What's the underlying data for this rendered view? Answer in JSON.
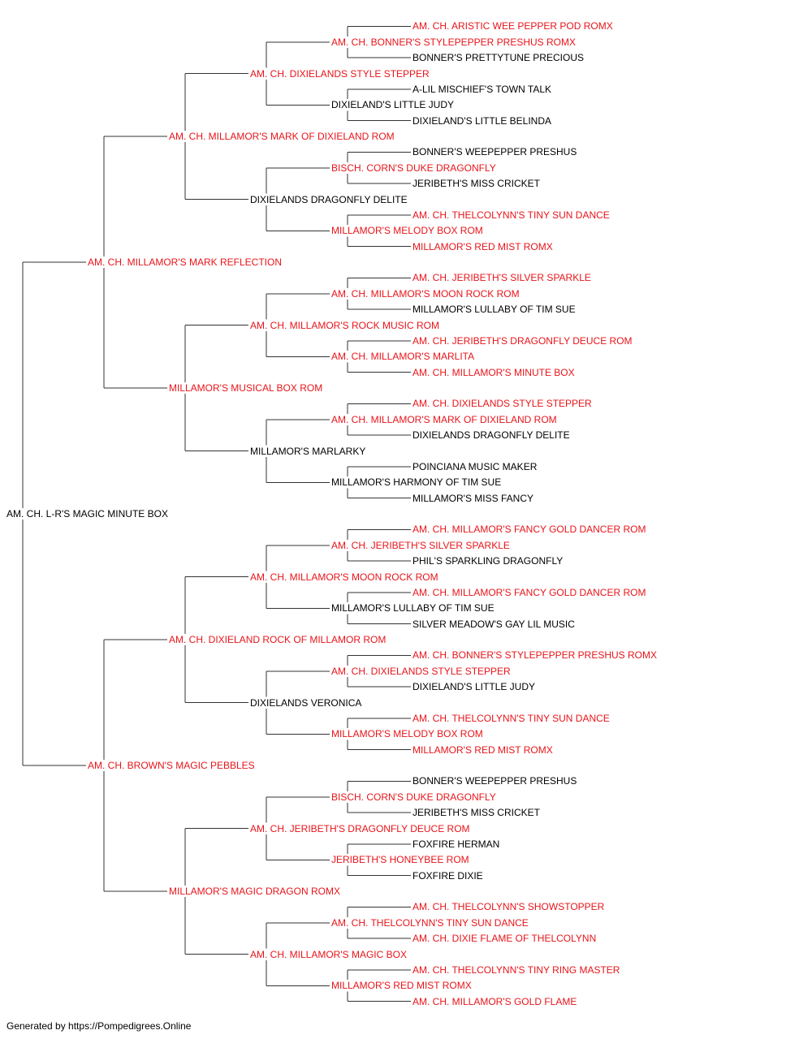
{
  "colors": {
    "line": "#333333",
    "champion": "#e8141a",
    "normal": "#000000"
  },
  "pedigree": {
    "name": "AM. CH. L-R'S MAGIC MINUTE BOX",
    "red": false,
    "sire": {
      "name": "AM. CH. MILLAMOR'S MARK REFLECTION",
      "red": true,
      "sire": {
        "name": "AM. CH. MILLAMOR'S MARK OF DIXIELAND ROM",
        "red": true,
        "sire": {
          "name": "AM. CH. DIXIELANDS STYLE STEPPER",
          "red": true,
          "sire": {
            "name": "AM. CH. BONNER'S STYLEPEPPER PRESHUS ROMX",
            "red": true,
            "sire": {
              "name": "AM. CH. ARISTIC WEE PEPPER POD ROMX",
              "red": true
            },
            "dam": {
              "name": "BONNER'S PRETTYTUNE PRECIOUS",
              "red": false
            }
          },
          "dam": {
            "name": "DIXIELAND'S LITTLE JUDY",
            "red": false,
            "sire": {
              "name": "A-LIL MISCHIEF'S TOWN TALK",
              "red": false
            },
            "dam": {
              "name": "DIXIELAND'S LITTLE BELINDA",
              "red": false
            }
          }
        },
        "dam": {
          "name": "DIXIELANDS DRAGONFLY DELITE",
          "red": false,
          "sire": {
            "name": "BISCH. CORN'S DUKE DRAGONFLY",
            "red": true,
            "sire": {
              "name": "BONNER'S WEEPEPPER PRESHUS",
              "red": false
            },
            "dam": {
              "name": "JERIBETH'S MISS CRICKET",
              "red": false
            }
          },
          "dam": {
            "name": "MILLAMOR'S MELODY BOX ROM",
            "red": true,
            "sire": {
              "name": "AM. CH. THELCOLYNN'S TINY SUN DANCE",
              "red": true
            },
            "dam": {
              "name": "MILLAMOR'S RED MIST ROMX",
              "red": true
            }
          }
        }
      },
      "dam": {
        "name": "MILLAMOR'S MUSICAL BOX ROM",
        "red": true,
        "sire": {
          "name": "AM. CH. MILLAMOR'S ROCK MUSIC ROM",
          "red": true,
          "sire": {
            "name": "AM. CH. MILLAMOR'S MOON ROCK ROM",
            "red": true,
            "sire": {
              "name": "AM. CH. JERIBETH'S SILVER SPARKLE",
              "red": true
            },
            "dam": {
              "name": "MILLAMOR'S LULLABY OF TIM SUE",
              "red": false
            }
          },
          "dam": {
            "name": "AM. CH. MILLAMOR'S MARLITA",
            "red": true,
            "sire": {
              "name": "AM. CH. JERIBETH'S DRAGONFLY DEUCE ROM",
              "red": true
            },
            "dam": {
              "name": "AM. CH. MILLAMOR'S MINUTE BOX",
              "red": true
            }
          }
        },
        "dam": {
          "name": "MILLAMOR'S MARLARKY",
          "red": false,
          "sire": {
            "name": "AM. CH. MILLAMOR'S MARK OF DIXIELAND ROM",
            "red": true,
            "sire": {
              "name": "AM. CH. DIXIELANDS STYLE STEPPER",
              "red": true
            },
            "dam": {
              "name": "DIXIELANDS DRAGONFLY DELITE",
              "red": false
            }
          },
          "dam": {
            "name": "MILLAMOR'S HARMONY OF TIM SUE",
            "red": false,
            "sire": {
              "name": "POINCIANA MUSIC MAKER",
              "red": false
            },
            "dam": {
              "name": "MILLAMOR'S MISS FANCY",
              "red": false
            }
          }
        }
      }
    },
    "dam": {
      "name": "AM. CH. BROWN'S MAGIC PEBBLES",
      "red": true,
      "sire": {
        "name": "AM. CH. DIXIELAND ROCK OF MILLAMOR ROM",
        "red": true,
        "sire": {
          "name": "AM. CH. MILLAMOR'S MOON ROCK ROM",
          "red": true,
          "sire": {
            "name": "AM. CH. JERIBETH'S SILVER SPARKLE",
            "red": true,
            "sire": {
              "name": "AM. CH. MILLAMOR'S FANCY GOLD DANCER ROM",
              "red": true
            },
            "dam": {
              "name": "PHIL'S SPARKLING DRAGONFLY",
              "red": false
            }
          },
          "dam": {
            "name": "MILLAMOR'S LULLABY OF TIM SUE",
            "red": false,
            "sire": {
              "name": "AM. CH. MILLAMOR'S FANCY GOLD DANCER ROM",
              "red": true
            },
            "dam": {
              "name": "SILVER MEADOW'S GAY LIL MUSIC",
              "red": false
            }
          }
        },
        "dam": {
          "name": "DIXIELANDS VERONICA",
          "red": false,
          "sire": {
            "name": "AM. CH. DIXIELANDS STYLE STEPPER",
            "red": true,
            "sire": {
              "name": "AM. CH. BONNER'S STYLEPEPPER PRESHUS ROMX",
              "red": true
            },
            "dam": {
              "name": "DIXIELAND'S LITTLE JUDY",
              "red": false
            }
          },
          "dam": {
            "name": "MILLAMOR'S MELODY BOX ROM",
            "red": true,
            "sire": {
              "name": "AM. CH. THELCOLYNN'S TINY SUN DANCE",
              "red": true
            },
            "dam": {
              "name": "MILLAMOR'S RED MIST ROMX",
              "red": true
            }
          }
        }
      },
      "dam": {
        "name": "MILLAMOR'S MAGIC DRAGON ROMX",
        "red": true,
        "sire": {
          "name": "AM. CH. JERIBETH'S DRAGONFLY DEUCE ROM",
          "red": true,
          "sire": {
            "name": "BISCH. CORN'S DUKE DRAGONFLY",
            "red": true,
            "sire": {
              "name": "BONNER'S WEEPEPPER PRESHUS",
              "red": false
            },
            "dam": {
              "name": "JERIBETH'S MISS CRICKET",
              "red": false
            }
          },
          "dam": {
            "name": "JERIBETH'S HONEYBEE ROM",
            "red": true,
            "sire": {
              "name": "FOXFIRE HERMAN",
              "red": false
            },
            "dam": {
              "name": "FOXFIRE DIXIE",
              "red": false
            }
          }
        },
        "dam": {
          "name": "AM. CH. MILLAMOR'S MAGIC BOX",
          "red": true,
          "sire": {
            "name": "AM. CH. THELCOLYNN'S TINY SUN DANCE",
            "red": true,
            "sire": {
              "name": "AM. CH. THELCOLYNN'S SHOWSTOPPER",
              "red": true
            },
            "dam": {
              "name": "AM. CH. DIXIE FLAME OF THELCOLYNN",
              "red": true
            }
          },
          "dam": {
            "name": "MILLAMOR'S RED MIST ROMX",
            "red": true,
            "sire": {
              "name": "AM. CH. THELCOLYNN'S TINY RING MASTER",
              "red": true
            },
            "dam": {
              "name": "AM. CH. MILLAMOR'S GOLD FLAME",
              "red": true
            }
          }
        }
      }
    }
  },
  "footer": "Generated by https://Pompedigrees.Online"
}
